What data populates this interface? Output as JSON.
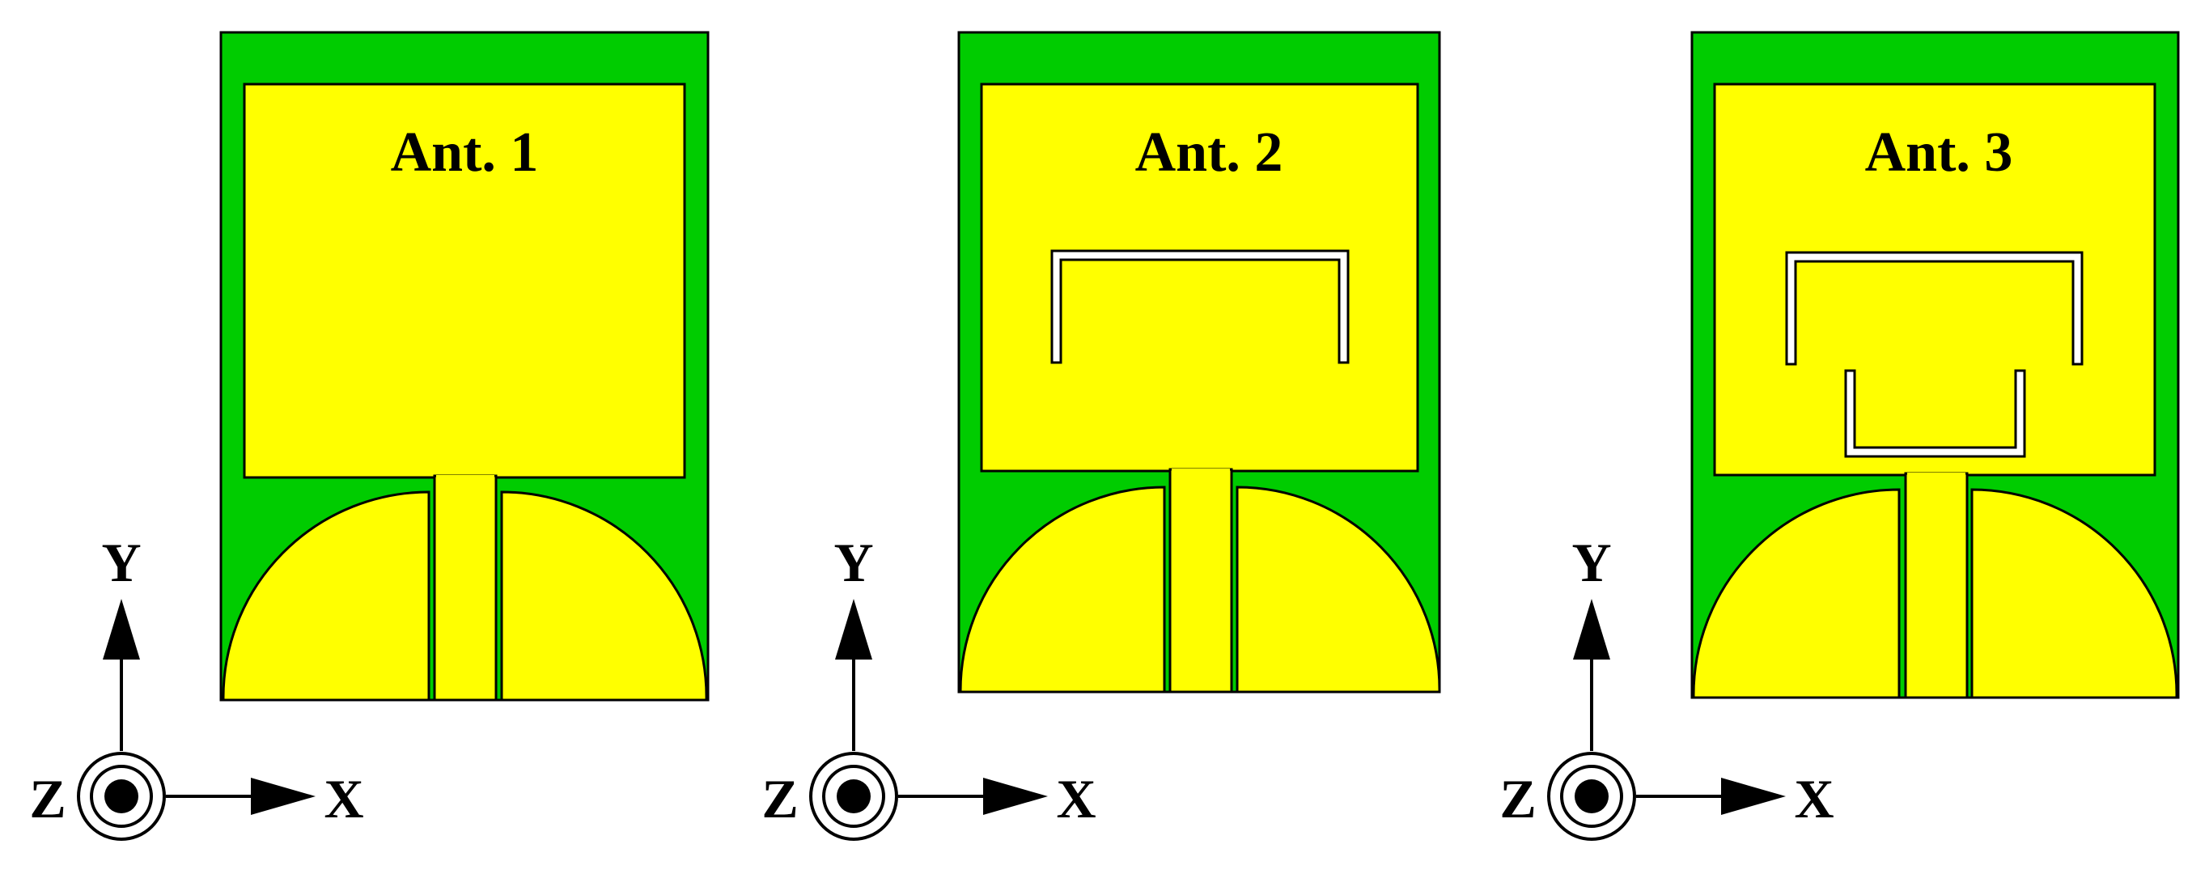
{
  "antennas": [
    {
      "label": "Ant. 1"
    },
    {
      "label": "Ant. 2"
    },
    {
      "label": "Ant. 3"
    }
  ],
  "axes": {
    "x": "X",
    "y": "Y",
    "z": "Z"
  },
  "colors": {
    "substrate": "#00cc00",
    "metal": "#ffff00",
    "outline": "#000000",
    "slot": "#ffffff"
  }
}
